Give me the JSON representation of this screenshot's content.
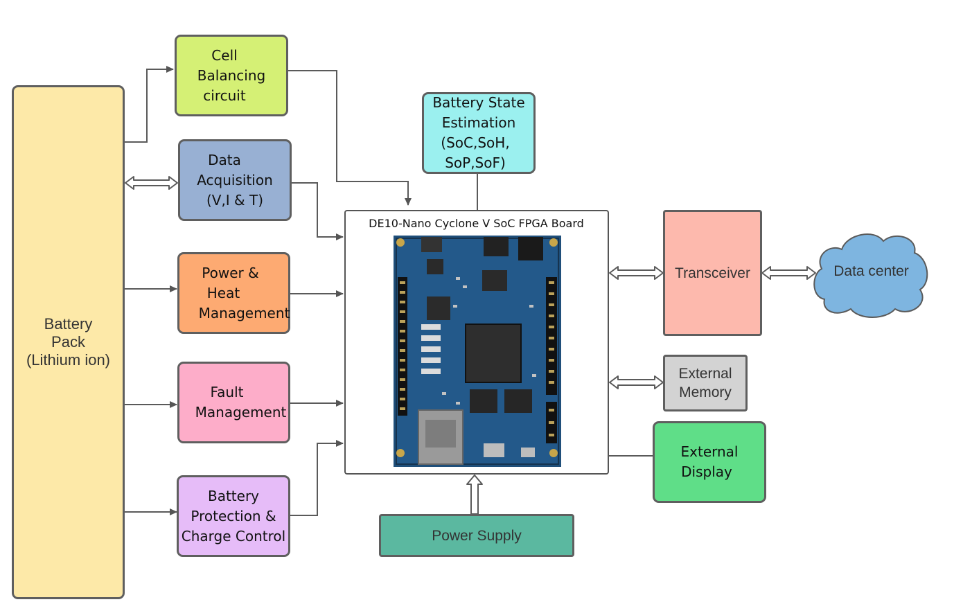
{
  "battery_pack": {
    "lines": [
      "Battery",
      "Pack",
      "(Lithium ion)"
    ],
    "color": "#fde9a8"
  },
  "cell_balancing": {
    "lines": [
      "Cell",
      "Balancing",
      "circuit"
    ],
    "color": "#d5f075"
  },
  "data_acquisition": {
    "lines": [
      "Data",
      "Acquisition",
      "(V,I & T)"
    ],
    "color": "#98b0d3"
  },
  "power_heat": {
    "lines": [
      "Power &",
      "Heat",
      "Management"
    ],
    "color": "#fdaa72"
  },
  "fault": {
    "lines": [
      "Fault",
      "Management"
    ],
    "color": "#fdadc9"
  },
  "protection": {
    "lines": [
      "Battery",
      "Protection &",
      "Charge Control"
    ],
    "color": "#e6bcf8"
  },
  "state_estimation": {
    "lines": [
      "Battery State",
      "Estimation",
      "(SoC,SoH,",
      "SoP,SoF)"
    ],
    "color": "#9bf0ef"
  },
  "fpga_board": {
    "title": "DE10-Nano Cyclone V SoC FPGA Board"
  },
  "transceiver": {
    "label": "Transceiver",
    "color": "#fdb9ad"
  },
  "data_center": {
    "label": "Data center",
    "color": "#7eb5e0"
  },
  "external_memory": {
    "lines": [
      "External",
      "Memory"
    ],
    "color": "#d3d3d3"
  },
  "external_display": {
    "lines": [
      "External",
      "Display"
    ],
    "color": "#5fde88"
  },
  "power_supply": {
    "label": "Power Supply",
    "color": "#5bb8a0"
  }
}
